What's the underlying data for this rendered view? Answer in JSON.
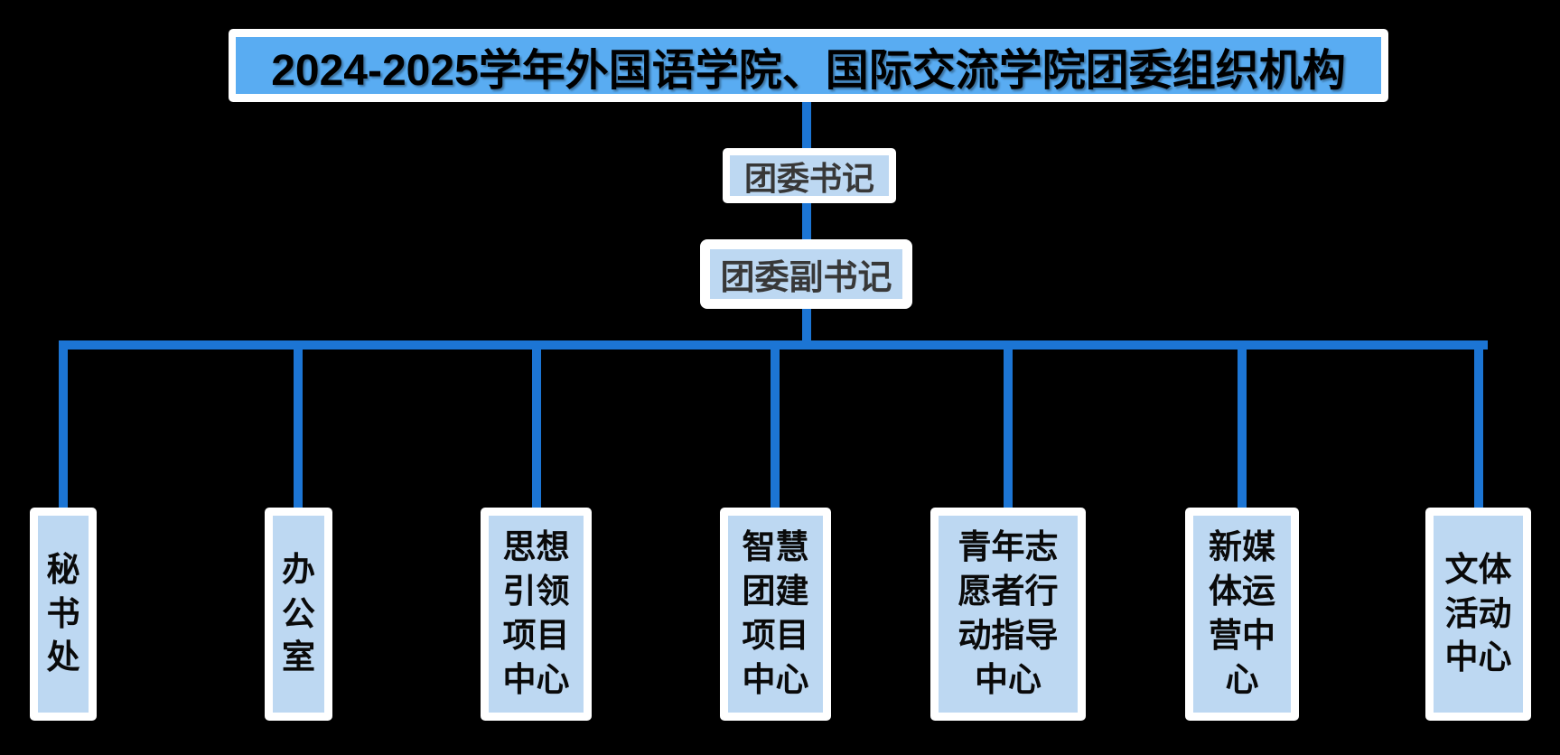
{
  "title": "2024-2025学年外国语学院、国际交流学院团委组织机构",
  "hierarchy": {
    "secretary": {
      "label": "团委书记"
    },
    "deputy_secretary": {
      "label": "团委副书记"
    }
  },
  "departments": [
    {
      "name": "秘书处",
      "label": "秘\n书\n处"
    },
    {
      "name": "办公室",
      "label": "办\n公\n室"
    },
    {
      "name": "思想引领项目中心",
      "label": "思想\n引领\n项目\n中心"
    },
    {
      "name": "智慧团建项目中心",
      "label": "智慧\n团建\n项目\n中心"
    },
    {
      "name": "青年志愿者行动指导中心",
      "label": "青年志\n愿者行\n动指导\n中心"
    },
    {
      "name": "新媒体运营中心",
      "label": "新媒\n体运\n营中\n心"
    },
    {
      "name": "文体活动中心",
      "label": "文体\n活动\n中心"
    }
  ],
  "colors": {
    "background": "#000000",
    "title_fill": "#59ACF2",
    "node_fill": "#BDD8F2",
    "node_border": "#FFFFFF",
    "connector": "#1C75D4",
    "title_text": "#000000",
    "secretary_text": "#383838",
    "department_text": "#0A0A0A"
  }
}
